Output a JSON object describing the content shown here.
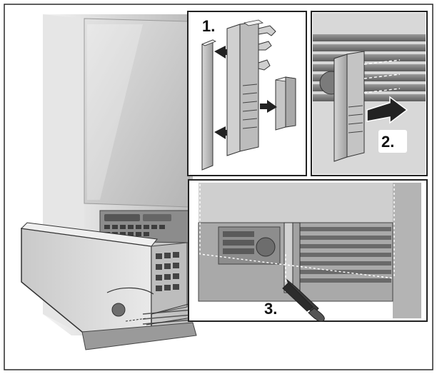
{
  "steps": {
    "step1": "1.",
    "step2": "2.",
    "step3": "3."
  },
  "colors": {
    "frame": "#2a2a2a",
    "panel_light": "#dcdcdc",
    "panel_mid": "#bdbdbd",
    "panel_dark": "#8c8c8c",
    "metal_dark": "#4a4a4a",
    "background": "#ffffff"
  },
  "icons": [
    "arrow-icon",
    "pliers-icon",
    "clip-icon",
    "knob-icon",
    "control-panel-icon"
  ]
}
